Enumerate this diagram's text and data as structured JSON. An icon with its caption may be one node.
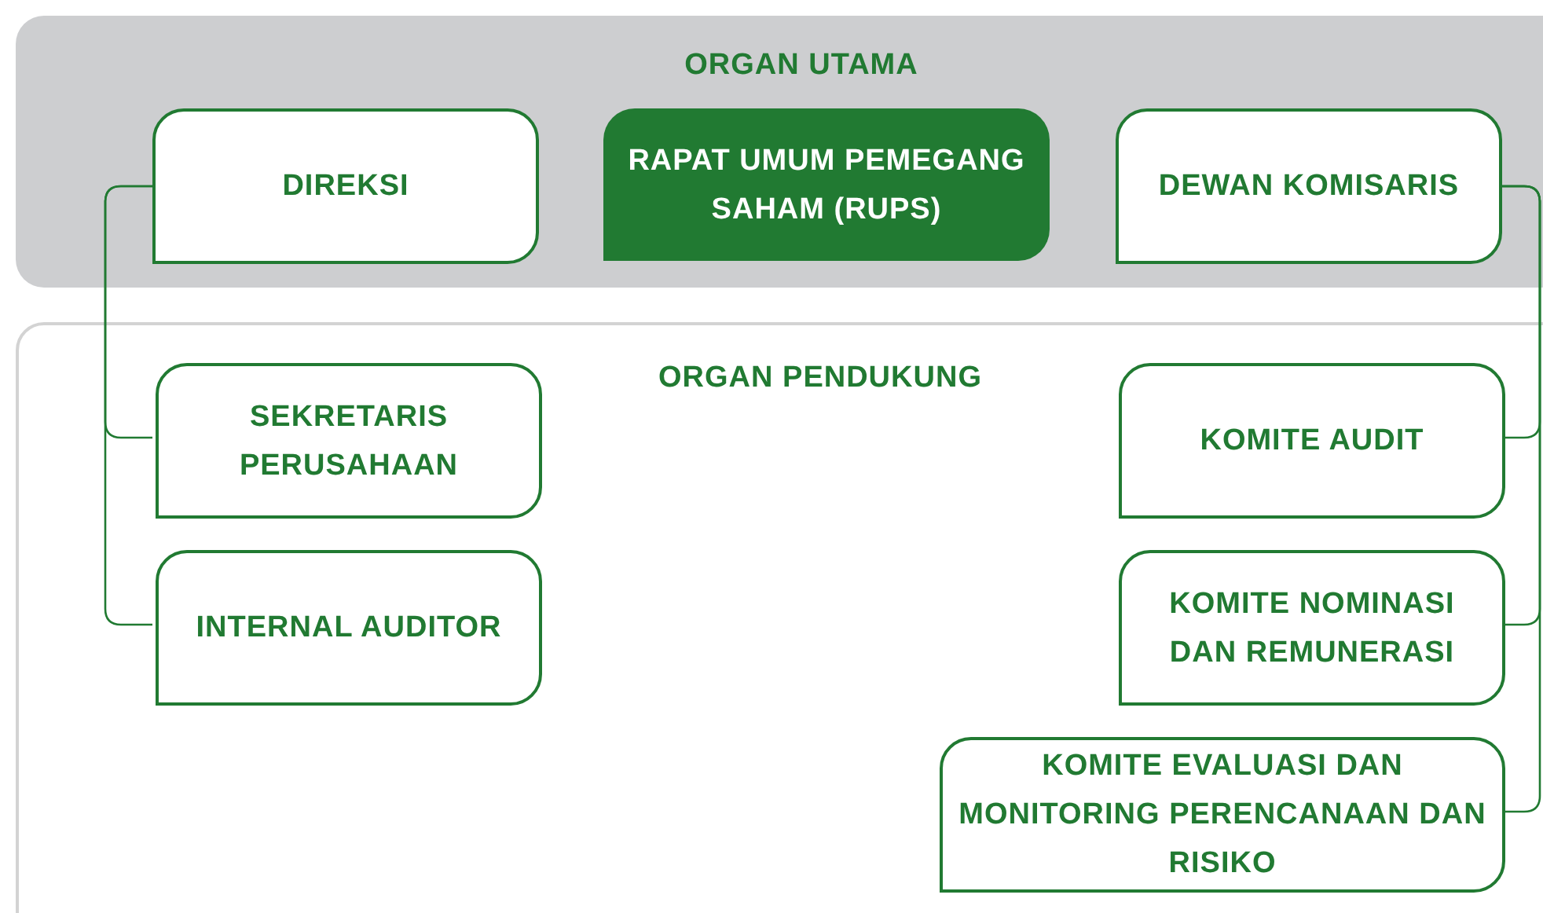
{
  "diagram": {
    "nodes": [
      {
        "text": [
          "ORGAN UTAMA"
        ]
      },
      {
        "text": [
          "DIREKSI"
        ],
        "in": 0
      },
      {
        "text": [
          "RAPAT UMUM PEMEGANG SAHAM (RUPS)"
        ],
        "in": 0
      },
      {
        "text": [
          "DEWAN KOMISARIS"
        ],
        "in": 0
      },
      {
        "text": [
          "ORGAN PENDUKUNG"
        ]
      },
      {
        "text": [
          "SEKRETARIS PERUSAHAAN"
        ],
        "in": 4
      },
      {
        "text": [
          "INTERNAL AUDITOR"
        ],
        "in": 4
      },
      {
        "text": [
          "KOMITE AUDIT"
        ],
        "in": 4
      },
      {
        "text": [
          "KOMITE NOMINASI DAN REMUNERASI"
        ],
        "in": 4
      },
      {
        "text": [
          "KOMITE EVALUASI DAN MONITORING PERENCANAAN DAN RISIKO"
        ],
        "in": 4
      }
    ],
    "edges": [
      {
        "from": 1,
        "to": 5,
        "arrow": "none"
      },
      {
        "from": 1,
        "to": 6,
        "arrow": "none"
      },
      {
        "from": 3,
        "to": 7,
        "arrow": "none"
      },
      {
        "from": 3,
        "to": 8,
        "arrow": "none"
      },
      {
        "from": 3,
        "to": 9,
        "arrow": "none"
      }
    ]
  }
}
